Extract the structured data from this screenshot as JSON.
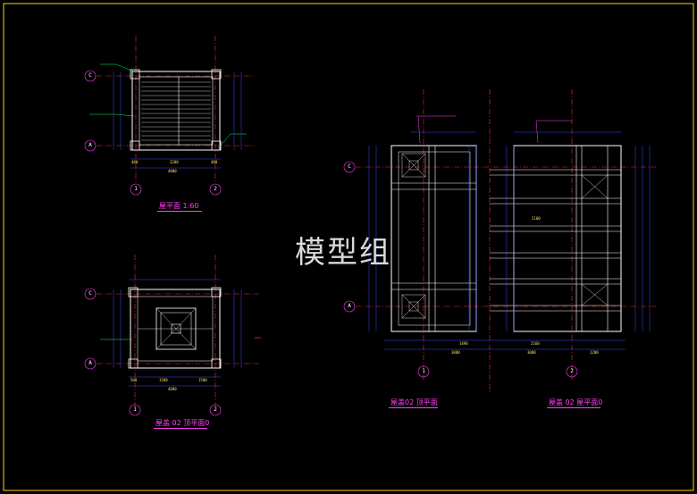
{
  "watermark": "模型组",
  "colors": {
    "background": "#000000",
    "frame": "#ffd400",
    "member": "#ffffff",
    "dimension": "#3b4bff",
    "axis": "#ff2a2a",
    "title": "#ff3df5",
    "leader": "#00ff66",
    "text": "#ffe066"
  },
  "drawings": {
    "top_left_title": "屋平面 1:60",
    "bottom_left_title": "屋盖 02 顶平面0",
    "right_left_title": "屋盖02 顶平面",
    "right_right_title": "屋盖 02 屋平面0"
  },
  "grid_labels": {
    "c": "C",
    "a": "A",
    "one": "1",
    "two": "2"
  },
  "dims": {
    "tl_total": "4000",
    "tl_left": "400",
    "tl_right": "400",
    "tl_mid": "3200",
    "bl_total": "4000",
    "bl_left": "500",
    "bl_mid": "1500",
    "bl_right": "1500",
    "r_a": "3000",
    "r_b": "3000",
    "r_c": "2100",
    "r_d": "1490",
    "r_e": "2160",
    "r_f": "1200"
  }
}
